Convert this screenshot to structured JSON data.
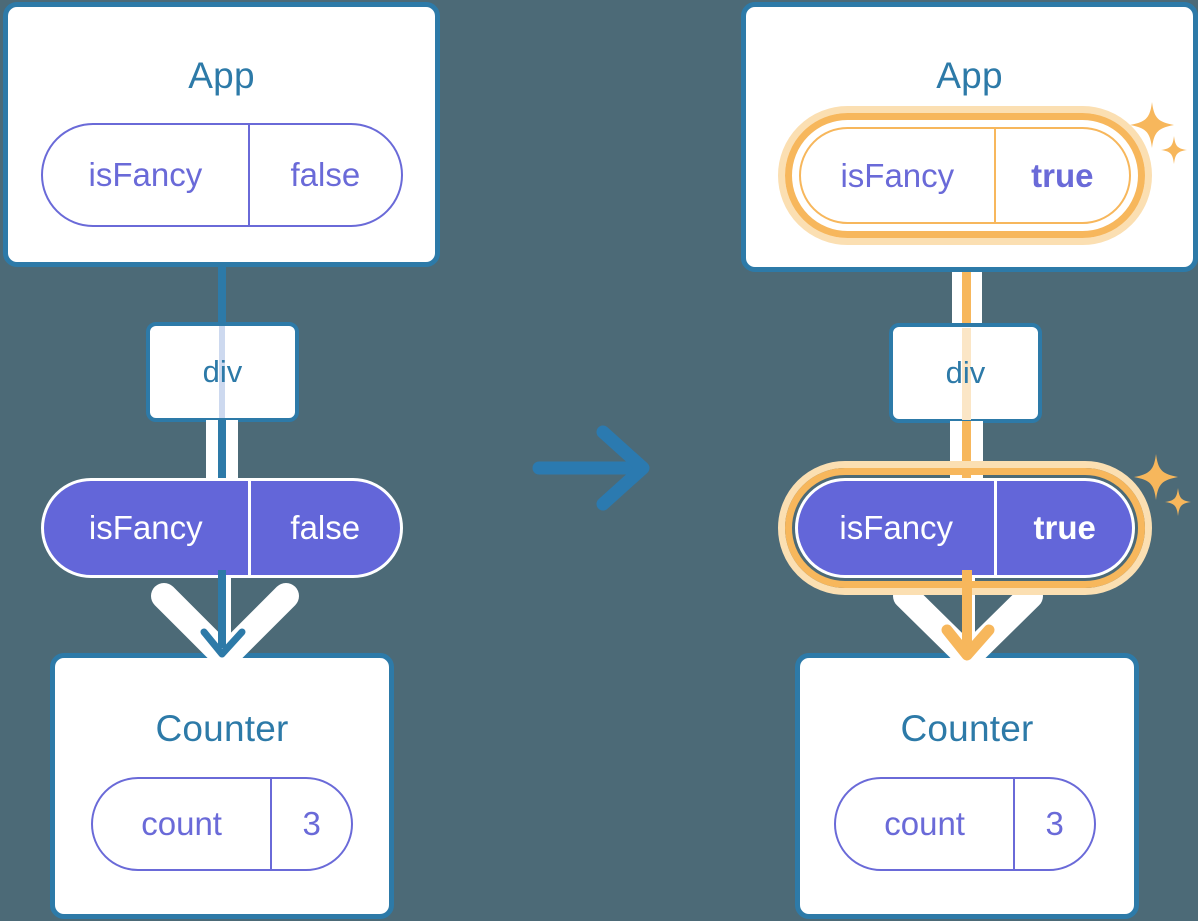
{
  "background_color": "#4c6a77",
  "palette": {
    "card_border": "#2d7aa8",
    "title_text": "#2d7aa8",
    "pill_purple": "#6366d9",
    "pill_purple_stroke": "#6a6ad8",
    "highlight_orange": "#f7b75c",
    "highlight_orange_soft": "#fbdfb2",
    "white": "#ffffff"
  },
  "left": {
    "app_card": {
      "title": "App"
    },
    "app_state_pill": {
      "name": "isFancy",
      "value": "false",
      "highlighted": false
    },
    "div_node": {
      "label": "div"
    },
    "props_pill": {
      "name": "isFancy",
      "value": "false",
      "highlighted": false
    },
    "counter_card": {
      "title": "Counter"
    },
    "counter_state_pill": {
      "name": "count",
      "value": "3",
      "highlighted": false
    }
  },
  "transition": {
    "icon": "arrow-right-icon"
  },
  "right": {
    "app_card": {
      "title": "App"
    },
    "app_state_pill": {
      "name": "isFancy",
      "value": "true",
      "highlighted": true
    },
    "div_node": {
      "label": "div"
    },
    "props_pill": {
      "name": "isFancy",
      "value": "true",
      "highlighted": true
    },
    "counter_card": {
      "title": "Counter"
    },
    "counter_state_pill": {
      "name": "count",
      "value": "3",
      "highlighted": false
    },
    "sparkle_icons": [
      "sparkle-icon",
      "sparkle-icon"
    ]
  }
}
